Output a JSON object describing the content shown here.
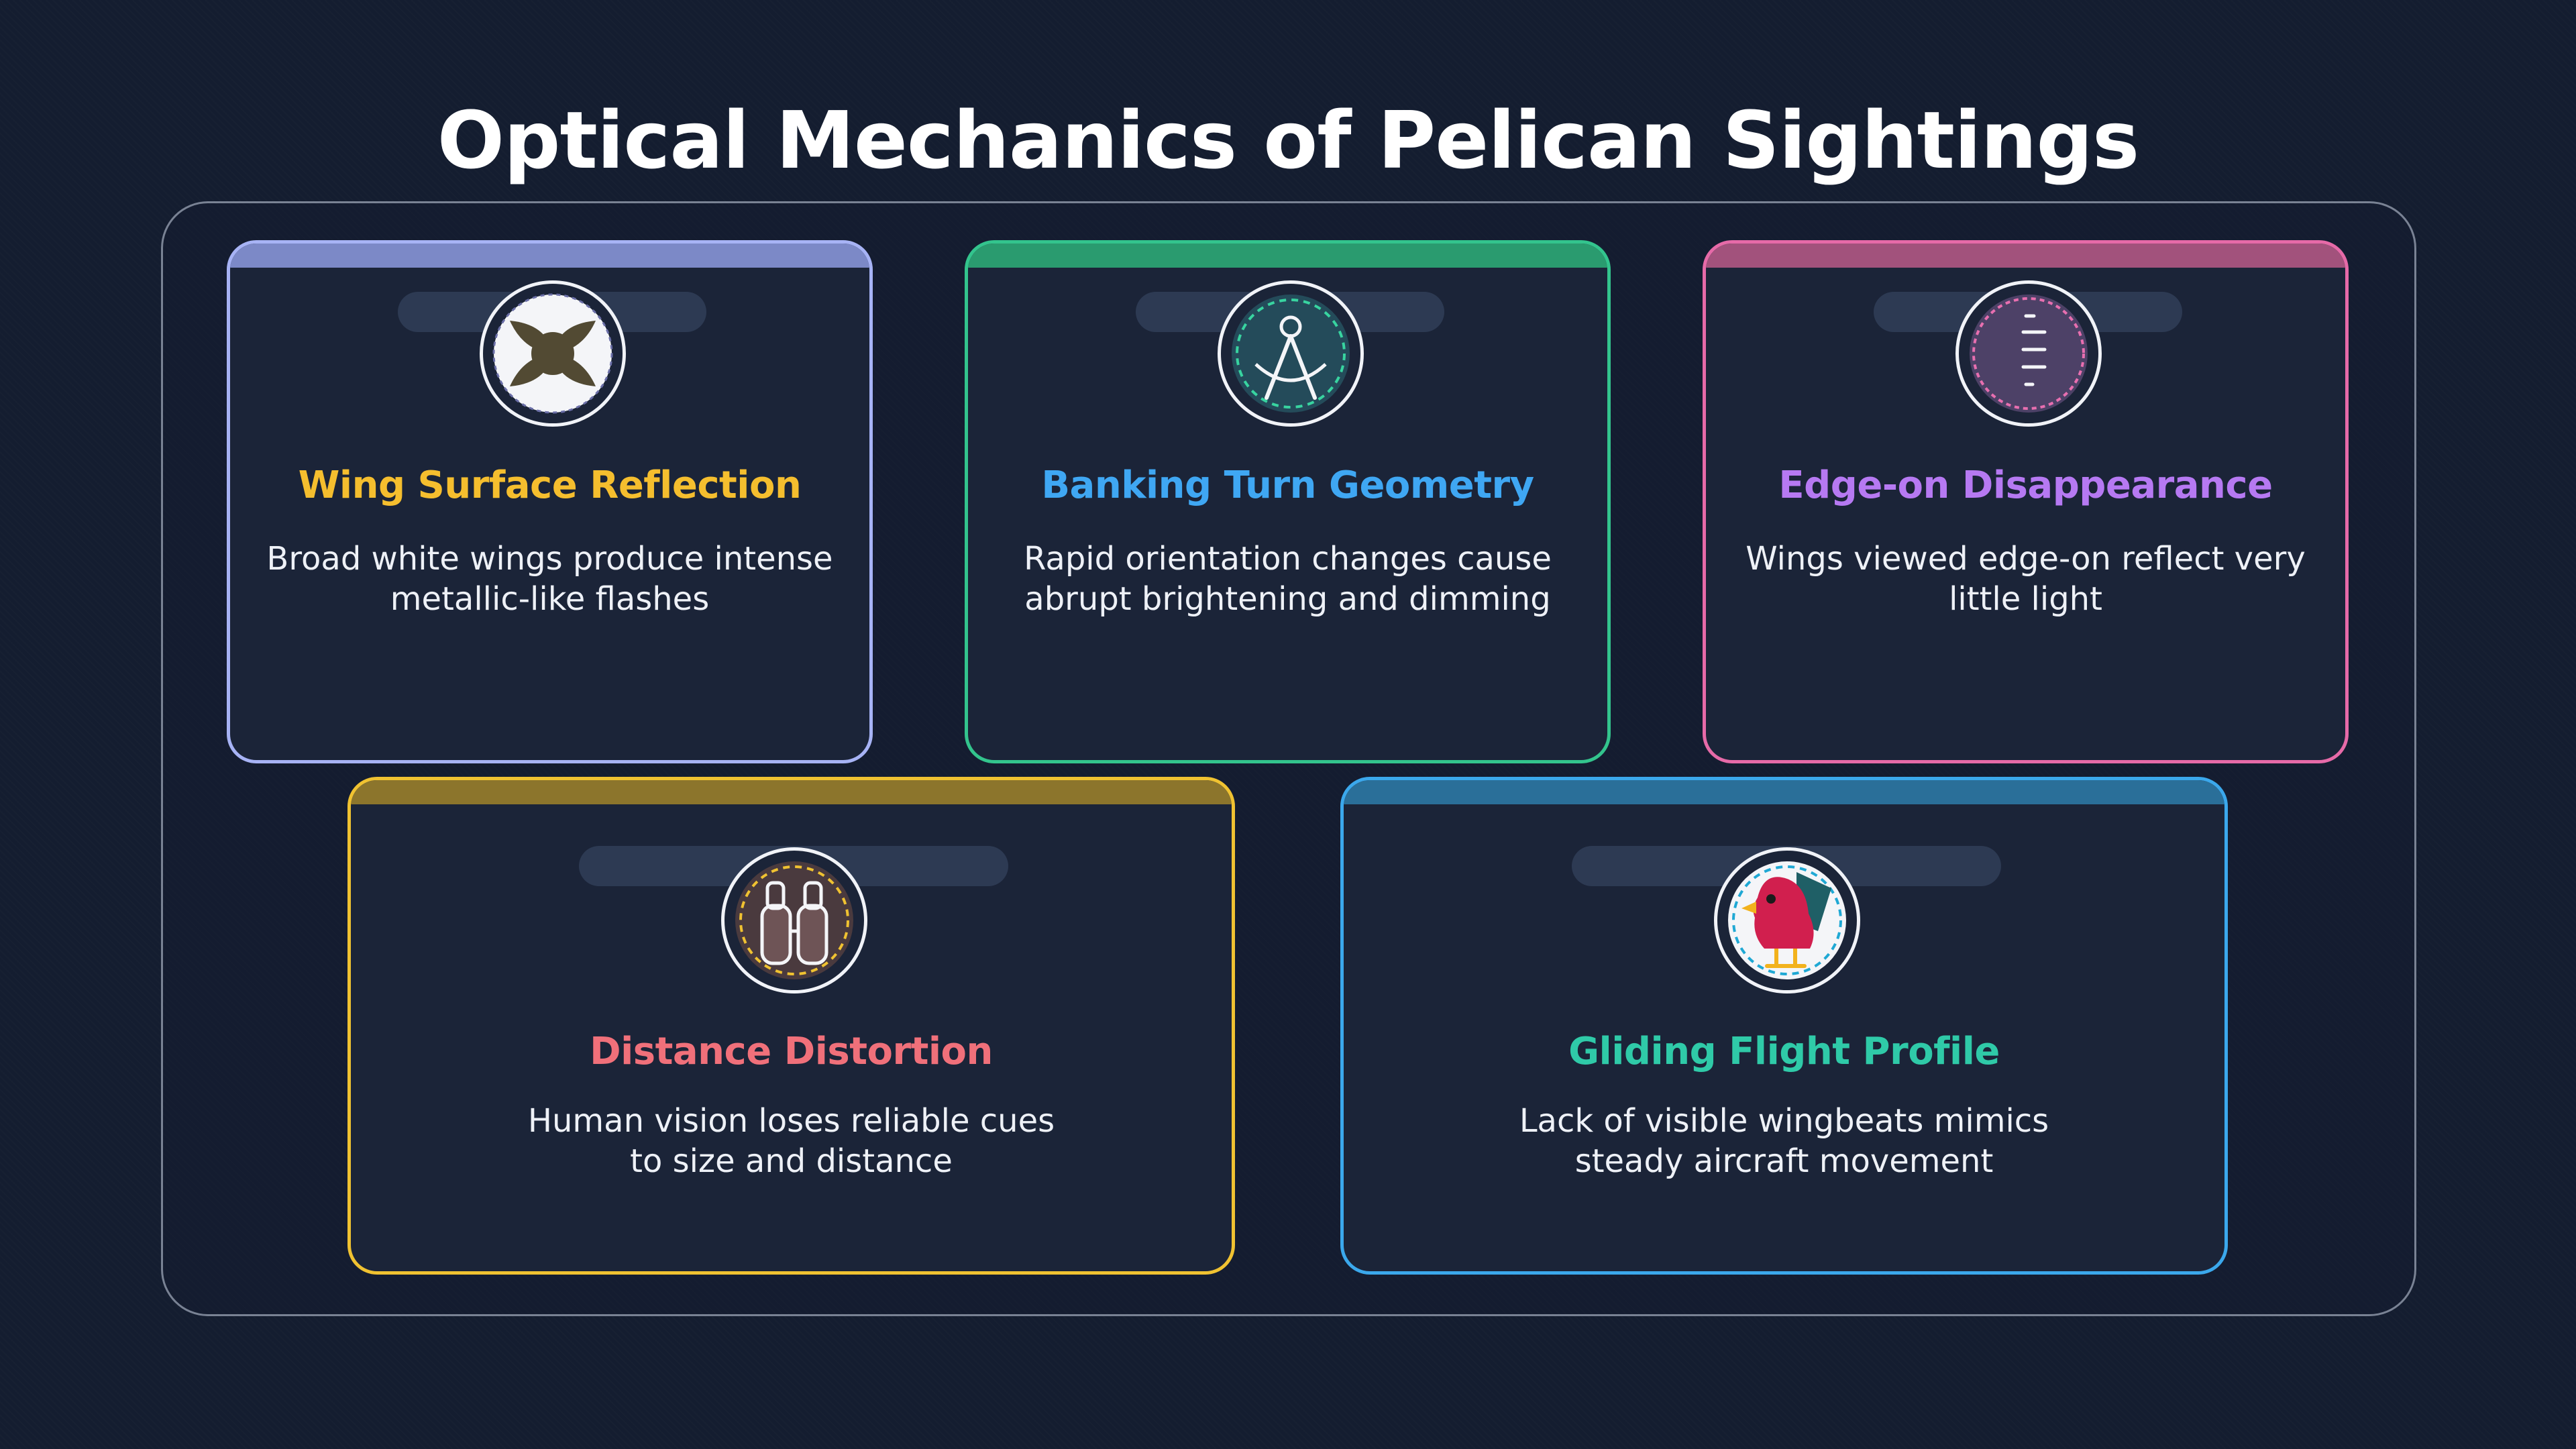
{
  "title": "Optical Mechanics of Pelican Sightings",
  "cards": [
    {
      "title": "Wing Surface Reflection",
      "description": "Broad white wings produce intense metallic-like flashes",
      "icon": "wing-reflection-icon",
      "accent": "#a7b3f5",
      "title_color": "#f5be2e"
    },
    {
      "title": "Banking Turn Geometry",
      "description": "Rapid orientation changes cause abrupt brightening and dimming",
      "icon": "compass-icon",
      "accent": "#33c48d",
      "title_color": "#3fa7f3"
    },
    {
      "title": "Edge-on Disappearance",
      "description": "Wings viewed edge-on reflect very little light",
      "icon": "gauge-icon",
      "accent": "#e66aa8",
      "title_color": "#b679f2"
    },
    {
      "title": "Distance Distortion",
      "description": "Human vision loses reliable cues to size and distance",
      "icon": "binoculars-icon",
      "accent": "#f0c231",
      "title_color": "#f0707a"
    },
    {
      "title": "Gliding Flight Profile",
      "description": "Lack of visible wingbeats mimics steady aircraft movement",
      "icon": "bird-icon",
      "accent": "#3ba8ec",
      "title_color": "#2fcaa8"
    }
  ]
}
